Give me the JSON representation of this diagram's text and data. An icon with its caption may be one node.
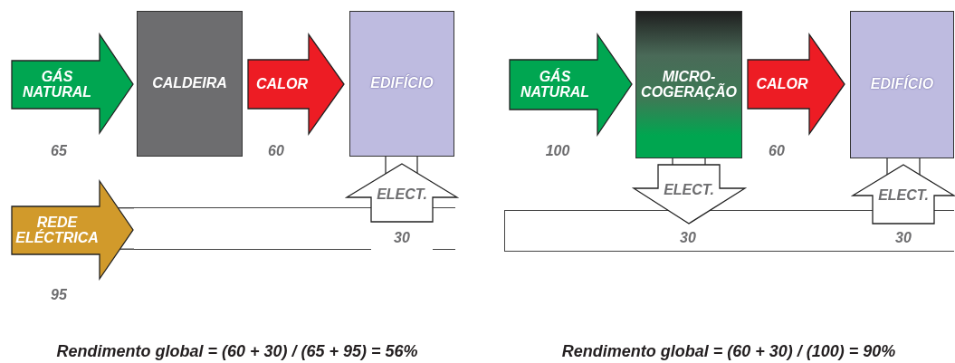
{
  "diagram": {
    "nodes": [
      {
        "text": [
          "GÁS NATURAL"
        ],
        "beside": [
          "65"
        ]
      },
      {
        "text": [
          "CALDEIRA"
        ]
      },
      {
        "text": [
          "EDIFÍCIO"
        ]
      },
      {
        "text": [
          "ELECT."
        ]
      },
      {
        "text": [
          "REDE ELÉCTRICA"
        ],
        "beside": [
          "95"
        ]
      },
      {
        "text": [],
        "shape": "bar"
      },
      {
        "text": [
          "GÁS NATURAL"
        ],
        "beside": [
          "100"
        ]
      },
      {
        "text": [
          "MICRO-COGERAÇÃO"
        ]
      },
      {
        "text": [
          "EDIFÍCIO"
        ]
      },
      {
        "text": [
          "ELECT."
        ]
      },
      {
        "text": [
          "ELECT."
        ]
      },
      {
        "text": [],
        "shape": "bar"
      }
    ],
    "edges": [
      {
        "from": 1,
        "to": 2,
        "arrow": "to",
        "label": "CALOR"
      },
      {
        "from": 7,
        "to": 8,
        "arrow": "to",
        "label": "CALOR"
      }
    ],
    "labels": [
      "60",
      "60",
      "30",
      "30",
      "30",
      "Rendimento global = (60 + 30) / (65 + 95) = 56%",
      "Rendimento global = (60 + 30) / (100) = 90%"
    ]
  }
}
